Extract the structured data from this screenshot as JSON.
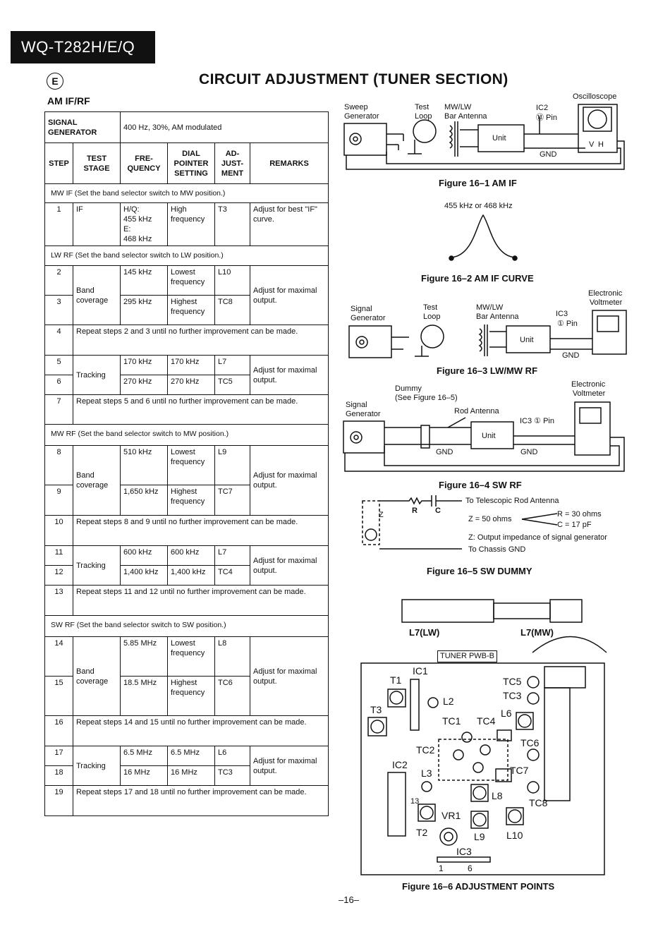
{
  "header": {
    "model": "WQ-T282H/E/Q",
    "region_mark": "E",
    "title": "CIRCUIT ADJUSTMENT (TUNER SECTION)",
    "section": "AM IF/RF"
  },
  "table": {
    "signal_generator_label": "SIGNAL GENERATOR",
    "signal_generator_value": "400 Hz, 30%, AM modulated",
    "columns": [
      "STEP",
      "TEST STAGE",
      "FRE- QUENCY",
      "DIAL POINTER SETTING",
      "AD- JUST- MENT",
      "REMARKS"
    ],
    "sections": {
      "mw_if": "MW IF (Set the band selector switch to MW position.)",
      "lw_rf": "LW RF (Set the band selector switch to LW position.)",
      "mw_rf": "MW RF (Set the band selector switch to MW position.)",
      "sw_rf": "SW RF (Set the band selector switch to SW position.)"
    },
    "rows": {
      "s1": {
        "step": "1",
        "stage": "IF",
        "freq": "H/Q:\n455 kHz\nE:\n468 kHz",
        "dial": "High frequency",
        "adj": "T3",
        "remarks": "Adjust for best \"IF\" curve."
      },
      "s2": {
        "step": "2",
        "freq": "145 kHz",
        "dial": "Lowest frequency",
        "adj": "L10"
      },
      "s3": {
        "step": "3",
        "freq": "295 kHz",
        "dial": "Highest frequency",
        "adj": "TC8"
      },
      "s23_stage": "Band coverage",
      "s23_remarks": "Adjust for maximal output.",
      "s4": {
        "step": "4",
        "text": "Repeat steps 2 and 3 until no further improvement can be made."
      },
      "s5": {
        "step": "5",
        "freq": "170 kHz",
        "dial": "170 kHz",
        "adj": "L7"
      },
      "s6": {
        "step": "6",
        "freq": "270 kHz",
        "dial": "270 kHz",
        "adj": "TC5"
      },
      "s56_stage": "Tracking",
      "s56_remarks": "Adjust for maximal output.",
      "s7": {
        "step": "7",
        "text": "Repeat steps 5 and 6 until no further improvement can be made."
      },
      "s8": {
        "step": "8",
        "freq": "510 kHz",
        "dial": "Lowest frequency",
        "adj": "L9"
      },
      "s9": {
        "step": "9",
        "freq": "1,650 kHz",
        "dial": "Highest frequency",
        "adj": "TC7"
      },
      "s89_stage": "Band coverage",
      "s89_remarks": "Adjust for maximal output.",
      "s10": {
        "step": "10",
        "text": "Repeat steps 8 and 9 until no further improvement can be made."
      },
      "s11": {
        "step": "11",
        "freq": "600 kHz",
        "dial": "600 kHz",
        "adj": "L7"
      },
      "s12": {
        "step": "12",
        "freq": "1,400 kHz",
        "dial": "1,400 kHz",
        "adj": "TC4"
      },
      "s1112_stage": "Tracking",
      "s1112_remarks": "Adjust for maximal output.",
      "s13": {
        "step": "13",
        "text": "Repeat steps 11 and 12 until no further improvement can be made."
      },
      "s14": {
        "step": "14",
        "freq": "5.85 MHz",
        "dial": "Lowest frequency",
        "adj": "L8"
      },
      "s15": {
        "step": "15",
        "freq": "18.5 MHz",
        "dial": "Highest frequency",
        "adj": "TC6"
      },
      "s1415_stage": "Band coverage",
      "s1415_remarks": "Adjust for maximal output.",
      "s16": {
        "step": "16",
        "text": "Repeat steps 14 and 15 until no further improvement can be made."
      },
      "s17": {
        "step": "17",
        "freq": "6.5 MHz",
        "dial": "6.5 MHz",
        "adj": "L6"
      },
      "s18": {
        "step": "18",
        "freq": "16 MHz",
        "dial": "16 MHz",
        "adj": "TC3"
      },
      "s1718_stage": "Tracking",
      "s1718_remarks": "Adjust for maximal output.",
      "s19": {
        "step": "19",
        "text": "Repeat steps 17 and 18 until no further improvement can be made."
      }
    }
  },
  "figures": {
    "f1": {
      "caption": "Figure 16–1  AM IF",
      "sweep": "Sweep\nGenerator",
      "loop": "Test\nLoop",
      "antenna": "MW/LW\nBar Antenna",
      "ic": "IC2",
      "pin": "⑬ Pin",
      "scope": "Oscilloscope",
      "unit": "Unit",
      "gnd": "GND",
      "v": "V",
      "h": "H"
    },
    "f2": {
      "caption": "Figure 16–2  AM IF CURVE",
      "freq": "455 kHz or 468 kHz"
    },
    "f3": {
      "caption": "Figure 16–3  LW/MW RF",
      "gen": "Signal\nGenerator",
      "loop": "Test\nLoop",
      "antenna": "MW/LW\nBar Antenna",
      "ic": "IC3",
      "pin": "① Pin",
      "meter": "Electronic\nVoltmeter",
      "unit": "Unit",
      "gnd": "GND"
    },
    "f4": {
      "caption": "Figure 16–4  SW RF",
      "gen": "Signal\nGenerator",
      "dummy": "Dummy\n(See Figure 16–5)",
      "rod": "Rod Antenna",
      "pin": "IC3 ① Pin",
      "meter": "Electronic\nVoltmeter",
      "unit": "Unit",
      "gnd1": "GND",
      "gnd2": "GND"
    },
    "f5": {
      "caption": "Figure 16–5  SW DUMMY",
      "to_rod": "To Telescopic Rod Antenna",
      "to_gnd": "To Chassis GND",
      "r": "R",
      "c": "C",
      "z": "Z",
      "z_eq": "Z = 50 ohms",
      "r_val": "R = 30 ohms",
      "c_val": "C = 17 pF",
      "z_desc": "Z: Output impedance of signal generator"
    },
    "f6": {
      "caption": "Figure 16–6  ADJUSTMENT POINTS",
      "l7lw": "L7(LW)",
      "l7mw": "L7(MW)",
      "pwb": "TUNER PWB-B",
      "parts": {
        "ic1": "IC1",
        "t1": "T1",
        "t3": "T3",
        "l2": "L2",
        "tc1": "TC1",
        "tc4": "TC4",
        "tc2": "TC2",
        "tc5": "TC5",
        "tc3": "TC3",
        "l6": "L6",
        "tc6": "TC6",
        "tc7": "TC7",
        "ic2": "IC2",
        "l3": "L3",
        "l8": "L8",
        "tc8": "TC8",
        "vr1": "VR1",
        "t2": "T2",
        "l9": "L9",
        "l10": "L10",
        "ic3": "IC3",
        "pin13": "13",
        "pin1": "1",
        "pin6": "6"
      }
    }
  },
  "footer": {
    "page": "–16–"
  }
}
